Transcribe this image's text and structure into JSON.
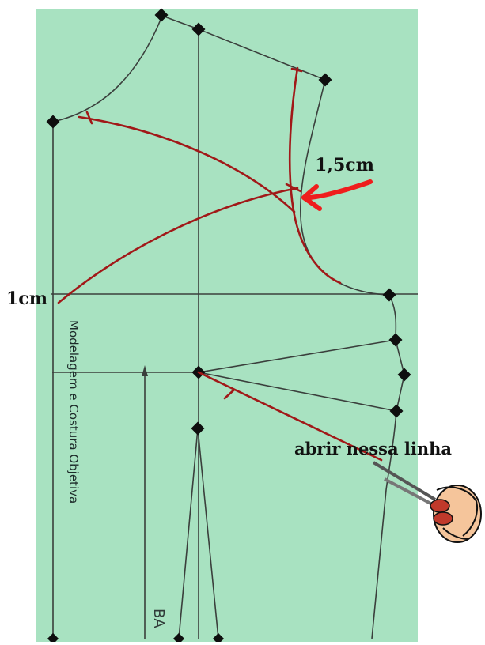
{
  "labels": {
    "side_seam_offset": "1,5cm",
    "hip_offset": "1cm",
    "cut_instruction": "abrir nessa linha"
  },
  "watermark": "Modelagem e Costura Objetiva",
  "partial_text": "BA",
  "colors": {
    "paper": "#a8e2c1",
    "draft_line": "#3a3f3c",
    "correction_line": "#a11818",
    "arrow": "#ef1d1d",
    "point": "#0e0e0e"
  },
  "icons": [
    "scissors-icon",
    "arrow-icon"
  ]
}
